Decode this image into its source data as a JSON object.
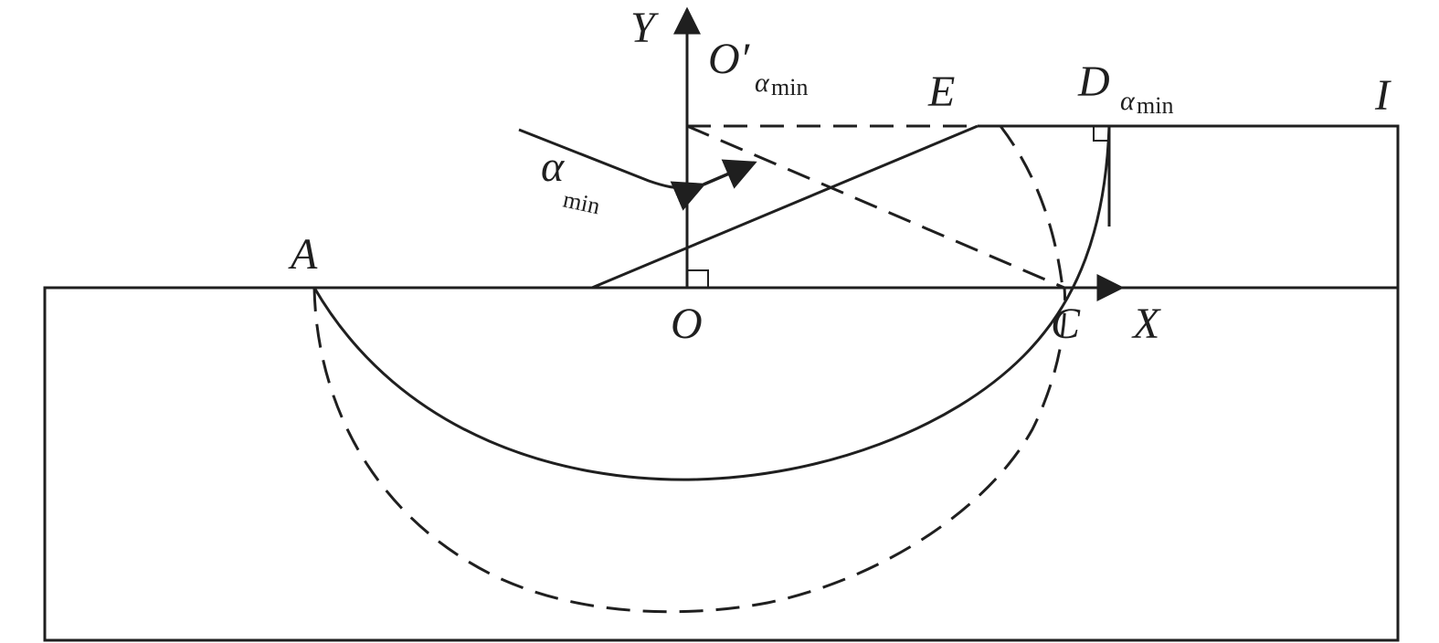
{
  "labels": {
    "y_axis": "Y",
    "x_axis": "X",
    "o_prime": "O′",
    "alpha_sub": "α",
    "min_sub": "min",
    "e_point": "E",
    "d_point": "D",
    "i_point": "I",
    "a_point": "A",
    "o_point": "O",
    "c_point": "C",
    "alpha_angle": "α",
    "alpha_angle_sub": "min"
  }
}
